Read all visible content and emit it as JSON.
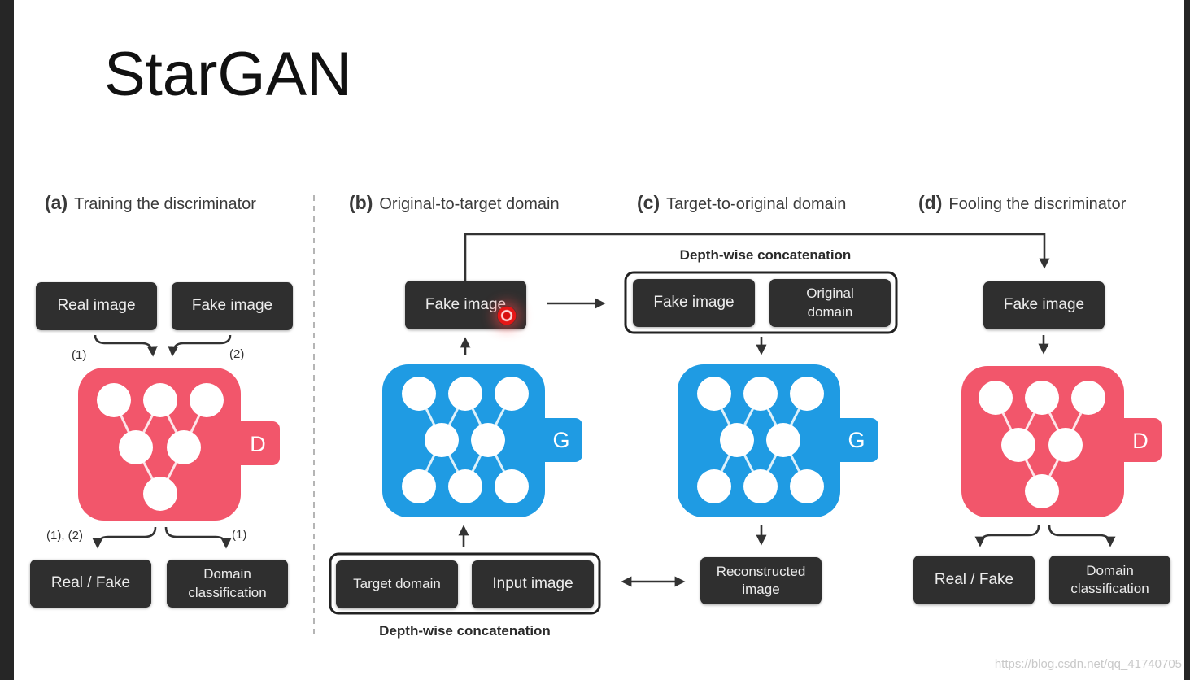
{
  "slide": {
    "title": "StarGAN",
    "watermark": "https://blog.csdn.net/qq_41740705"
  },
  "panel_a": {
    "tag": "(a)",
    "caption": "Training the discriminator",
    "inputs": {
      "real_image": "Real image",
      "fake_image": "Fake image"
    },
    "input_labels": {
      "real": "(1)",
      "fake": "(2)"
    },
    "network_letter": "D",
    "output_labels": {
      "left": "(1), (2)",
      "right": "(1)"
    },
    "outputs": {
      "real_fake": "Real / Fake",
      "domain_classification": "Domain classification"
    }
  },
  "panel_b": {
    "tag": "(b)",
    "caption": "Original-to-target domain",
    "output": "Fake image",
    "network_letter": "G",
    "concat_inputs": {
      "target_domain": "Target domain",
      "input_image": "Input image"
    },
    "concat_label": "Depth-wise concatenation"
  },
  "panel_c": {
    "tag": "(c)",
    "caption": "Target-to-original domain",
    "concat_label": "Depth-wise concatenation",
    "concat_inputs": {
      "fake_image": "Fake image",
      "original_domain": "Original domain"
    },
    "network_letter": "G",
    "output": "Reconstructed image"
  },
  "panel_d": {
    "tag": "(d)",
    "caption": "Fooling the discriminator",
    "input": "Fake image",
    "network_letter": "D",
    "outputs": {
      "real_fake": "Real / Fake",
      "domain_classification": "Domain classification"
    }
  },
  "colors": {
    "discriminator": "#f2566b",
    "generator": "#1f9be3",
    "box": "#2f2f2f",
    "box_text": "#ececec",
    "pointer": "#e51717"
  }
}
